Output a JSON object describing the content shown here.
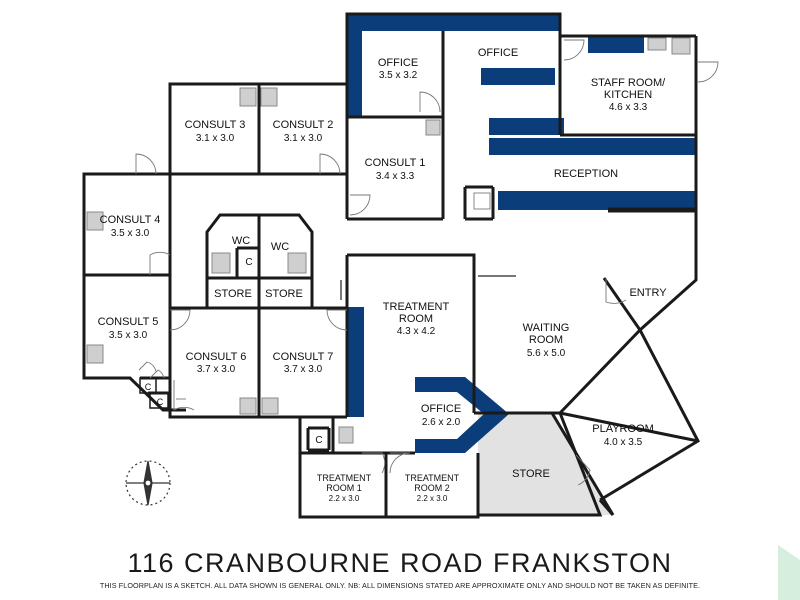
{
  "title": "116 CRANBOURNE ROAD FRANKSTON",
  "disclaimer": "THIS FLOORPLAN IS A SKETCH. ALL DATA SHOWN IS GENERAL ONLY.  NB: ALL DIMENSIONS STATED ARE APPROXIMATE ONLY AND SHOULD NOT BE TAKEN AS DEFINITE.",
  "colors": {
    "wall": "#1a1a1a",
    "accent": "#0b3d7a",
    "store_fill": "#e2e2e2",
    "fixture": "#bbbbbb"
  },
  "rooms": {
    "office_top": {
      "name": "OFFICE",
      "dims": "3.5 x 3.2"
    },
    "office_open": {
      "name": "OFFICE"
    },
    "staff": {
      "name1": "STAFF ROOM/",
      "name2": "KITCHEN",
      "dims": "4.6 x 3.3"
    },
    "consult1": {
      "name": "CONSULT 1",
      "dims": "3.4 x 3.3"
    },
    "consult2": {
      "name": "CONSULT 2",
      "dims": "3.1 x 3.0"
    },
    "consult3": {
      "name": "CONSULT 3",
      "dims": "3.1 x 3.0"
    },
    "consult4": {
      "name": "CONSULT 4",
      "dims": "3.5 x 3.0"
    },
    "consult5": {
      "name": "CONSULT 5",
      "dims": "3.5 x 3.0"
    },
    "consult6": {
      "name": "CONSULT 6",
      "dims": "3.7 x 3.0"
    },
    "consult7": {
      "name": "CONSULT 7",
      "dims": "3.7 x 3.0"
    },
    "reception": {
      "name": "RECEPTION"
    },
    "wc_left": {
      "name": "WC"
    },
    "wc_right": {
      "name": "WC"
    },
    "store_left": {
      "name": "STORE"
    },
    "store_right": {
      "name": "STORE"
    },
    "treatment": {
      "name1": "TREATMENT",
      "name2": "ROOM",
      "dims": "4.3 x 4.2"
    },
    "waiting": {
      "name1": "WAITING",
      "name2": "ROOM",
      "dims": "5.6 x 5.0"
    },
    "entry": {
      "name": "ENTRY"
    },
    "office_mid": {
      "name": "OFFICE",
      "dims": "2.6 x 2.0"
    },
    "playroom": {
      "name": "PLAYROOM",
      "dims": "4.0 x 3.5"
    },
    "store_main": {
      "name": "STORE"
    },
    "treatment1": {
      "name1": "TREATMENT",
      "name2": "ROOM 1",
      "dims": "2.2 x 3.0"
    },
    "treatment2": {
      "name1": "TREATMENT",
      "name2": "ROOM 2",
      "dims": "2.2 x 3.0"
    },
    "cupboard_wc": {
      "name": "C"
    },
    "cupboard_consult5a": {
      "name": "C"
    },
    "cupboard_consult5b": {
      "name": "C"
    },
    "cupboard_treat": {
      "name": "C"
    }
  }
}
